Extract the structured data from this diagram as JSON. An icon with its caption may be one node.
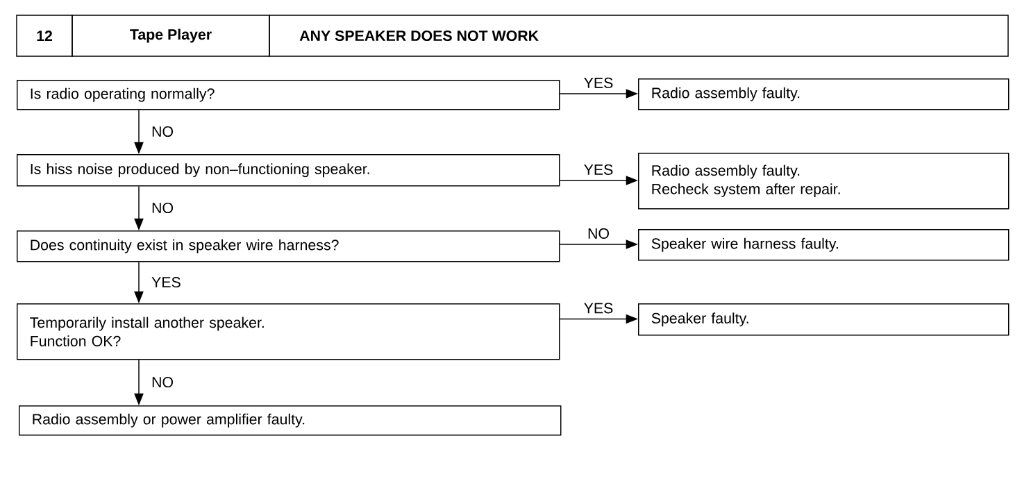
{
  "diagram": {
    "nodes": [
      {
        "text": [
          "Is radio operating normally?"
        ]
      },
      {
        "text": [
          "Radio assembly faulty."
        ]
      },
      {
        "text": [
          "Is hiss noise produced by non–functioning speaker."
        ]
      },
      {
        "text": [
          "Radio assembly faulty.",
          "Recheck system after repair."
        ]
      },
      {
        "text": [
          "Does continuity exist in speaker wire harness?"
        ]
      },
      {
        "text": [
          "Speaker wire harness faulty."
        ]
      },
      {
        "text": [
          "Temporarily install another speaker.",
          "Function OK?"
        ]
      },
      {
        "text": [
          "Speaker faulty."
        ]
      },
      {
        "text": [
          "Radio assembly or power amplifier faulty."
        ]
      }
    ],
    "edges": [
      {
        "from": 0,
        "to": 1,
        "arrow": "to",
        "label": "YES"
      },
      {
        "from": 0,
        "to": 2,
        "arrow": "to",
        "label": "NO"
      },
      {
        "from": 2,
        "to": 3,
        "arrow": "to",
        "label": "YES"
      },
      {
        "from": 2,
        "to": 4,
        "arrow": "to",
        "label": "NO"
      },
      {
        "from": 4,
        "to": 5,
        "arrow": "to",
        "label": "NO"
      },
      {
        "from": 4,
        "to": 6,
        "arrow": "to",
        "label": "YES"
      },
      {
        "from": 6,
        "to": 7,
        "arrow": "to",
        "label": "YES"
      },
      {
        "from": 6,
        "to": 8,
        "arrow": "to",
        "label": "NO"
      }
    ],
    "labels": [
      "12",
      "Tape Player",
      "ANY SPEAKER DOES NOT WORK"
    ]
  }
}
